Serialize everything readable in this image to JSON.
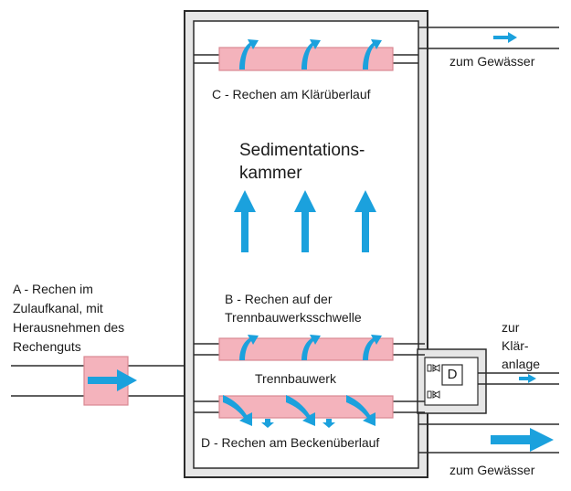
{
  "labels": {
    "screen_c": "C - Rechen am Klärüberlauf",
    "chamber_line1": "Sedimentations-",
    "chamber_line2": "kammer",
    "screen_a_line1": "A - Rechen im",
    "screen_a_line2": "Zulaufkanal, mit",
    "screen_a_line3": "Herausnehmen des",
    "screen_a_line4": "Rechenguts",
    "screen_b_line1": "B - Rechen auf der",
    "screen_b_line2": "Trennbauwerksschwelle",
    "separator": "Trennbauwerk",
    "screen_d": "D - Rechen am Beckenüberlauf",
    "outlet_top": "zum Gewässer",
    "outlet_bottom": "zum Gewässer",
    "plant_line1": "zur",
    "plant_line2": "Klär-",
    "plant_line3": "anlage",
    "valve_box": "D"
  },
  "colors": {
    "wall_fill": "#e6e6e6",
    "line": "#2b2b2b",
    "screen_fill": "#f4b3bc",
    "screen_stroke": "#d98892",
    "arrow": "#1ba1dd"
  }
}
